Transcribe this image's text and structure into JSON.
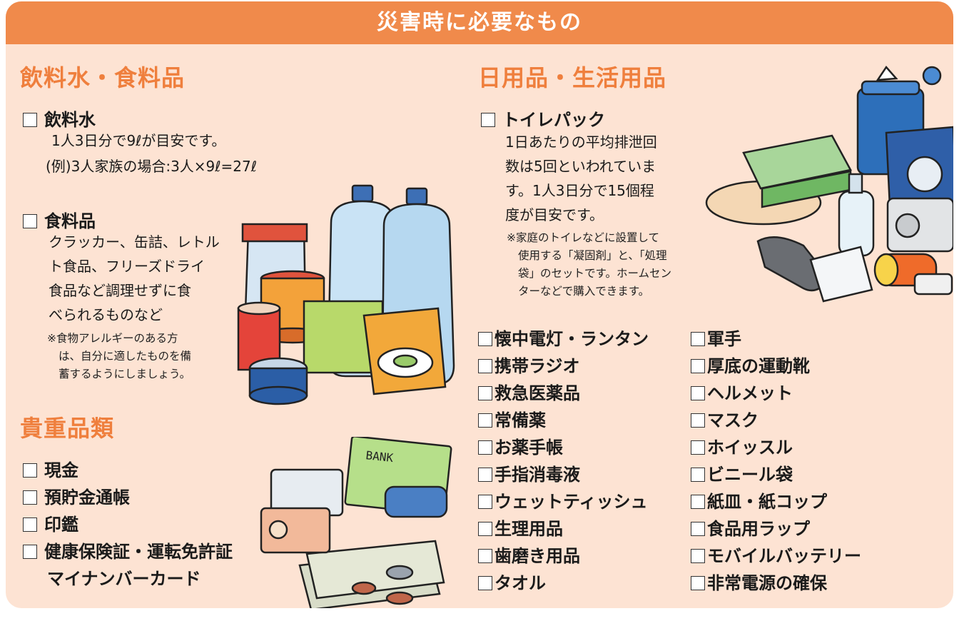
{
  "banner_title": "災害時に必要なもの",
  "food": {
    "heading": "飲料水・食料品",
    "water": {
      "label": "飲料水",
      "line1": "1人3日分で9ℓが目安です。",
      "line2": "(例)3人家族の場合:3人×9ℓ=27ℓ"
    },
    "food_item": {
      "label": "食料品",
      "lines": [
        "クラッカー、缶詰、レトル",
        "ト食品、フリーズドライ",
        "食品など調理せずに食",
        "べられるものなど"
      ],
      "note": [
        "※食物アレルギーのある方",
        "は、自分に適したものを備",
        "蓄するようにしましょう。"
      ]
    }
  },
  "valuables": {
    "heading": "貴重品類",
    "items": [
      "現金",
      "預貯金通帳",
      "印鑑",
      "健康保険証・運転免許証",
      "マイナンバーカード"
    ]
  },
  "daily": {
    "heading": "日用品・生活用品",
    "toilet": {
      "label": "トイレパック",
      "lines": [
        "1日あたりの平均排泄回",
        "数は5回といわれていま",
        "す。1人3日分で15個程",
        "度が目安です。"
      ],
      "note": [
        "※家庭のトイレなどに設置して",
        "使用する「凝固剤」と、「処理",
        "袋」のセットです。ホームセン",
        "ターなどで購入できます。"
      ]
    },
    "col1": [
      "懐中電灯・ランタン",
      "携帯ラジオ",
      "救急医薬品",
      "常備薬",
      "お薬手帳",
      "手指消毒液",
      "ウェットティッシュ",
      "生理用品",
      "歯磨き用品",
      "タオル"
    ],
    "col2": [
      "軍手",
      "厚底の運動靴",
      "ヘルメット",
      "マスク",
      "ホイッスル",
      "ビニール袋",
      "紙皿・紙コップ",
      "食品用ラップ",
      "モバイルバッテリー",
      "非常電源の確保"
    ]
  },
  "illustration_text": {
    "bank": "BANK"
  },
  "colors": {
    "banner": "#f08a4b",
    "background": "#fde3d3",
    "heading": "#ef7f3d"
  }
}
